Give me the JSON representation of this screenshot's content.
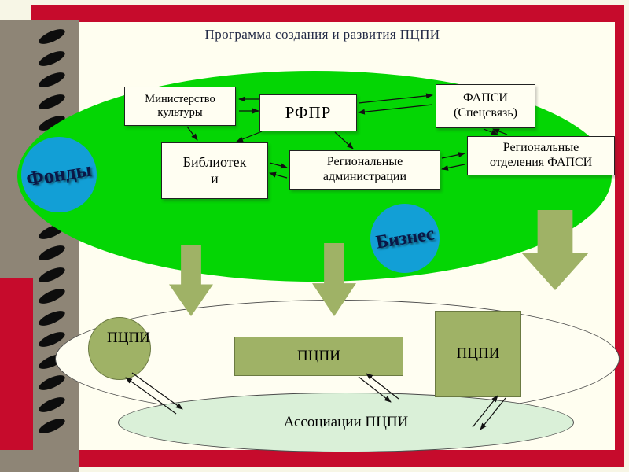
{
  "title": "Программа создания и развития ПЦПИ",
  "colors": {
    "frame_red": "#c60b2c",
    "slide_bg": "#fffef0",
    "green_ellipse": "#04d604",
    "olive": "#9fb266",
    "blue_badge": "#129fd6",
    "association_bg": "#daf0d8",
    "spiral_strip": "#8e8576"
  },
  "org_boxes": {
    "ministry": {
      "lines": [
        "Министерство",
        "культуры"
      ]
    },
    "rfpr": {
      "label": "РФПР"
    },
    "fapsi": {
      "lines": [
        "ФАПСИ",
        "(Спецсвязь)"
      ]
    },
    "libraries": {
      "lines": [
        "Библиотек",
        "и"
      ]
    },
    "regional_admin": {
      "lines": [
        "Региональные",
        "администрации"
      ]
    },
    "regional_fapsi": {
      "lines": [
        "Региональные",
        "отделения ФАПСИ"
      ]
    }
  },
  "badges": {
    "funds": "Фонды",
    "business": "Бизнес"
  },
  "pcpi": {
    "circle_label": "ПЦПИ",
    "center_label": "ПЦПИ",
    "right_label": "ПЦПИ"
  },
  "association": {
    "label": "Ассоциации ПЦПИ"
  }
}
